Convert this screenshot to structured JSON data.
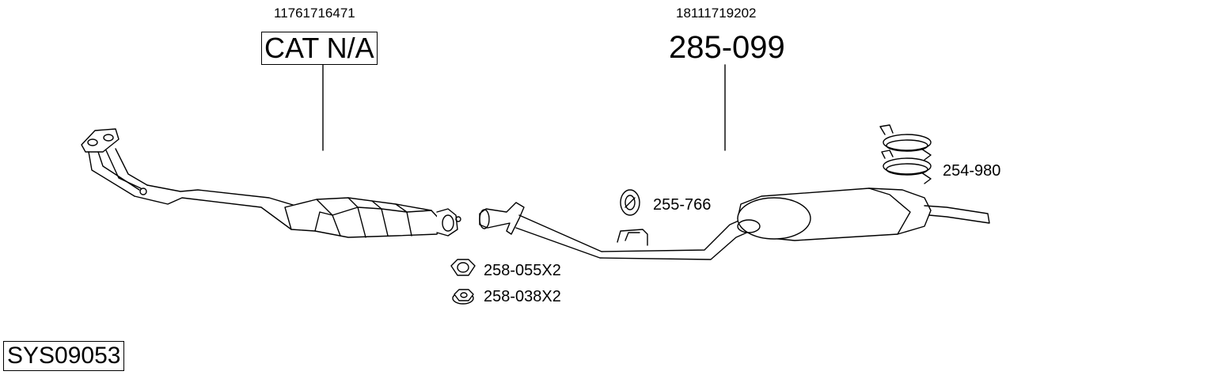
{
  "catalytic": {
    "oe_number": "11761716471",
    "part_label": "CAT N/A"
  },
  "rear_silencer": {
    "oe_number": "18111719202",
    "part_number": "285-099"
  },
  "accessories": {
    "rubber_mount": "255-766",
    "clamp": "254-980",
    "nut_large": "258-055X2",
    "nut_small": "258-038X2"
  },
  "system_code": "SYS09053"
}
